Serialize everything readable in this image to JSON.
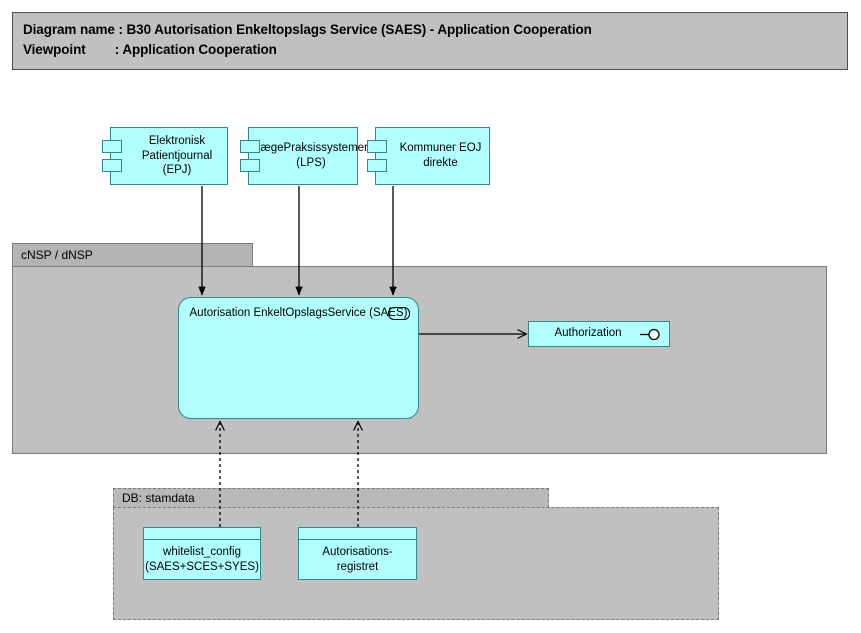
{
  "header": {
    "line1_key": "Diagram name",
    "line1_sep": ":",
    "line1_value": "B30 Autorisation Enkeltopslags Service (SAES) - Application Cooperation",
    "line1_full": "Diagram name : B30 Autorisation Enkeltopslags Service (SAES) - Application Cooperation",
    "line2_key": "Viewpoint",
    "line2_sep": ":",
    "line2_value": "Application Cooperation",
    "line2_full": "Viewpoint        : Application Cooperation"
  },
  "colors": {
    "element_fill": "#B2FFFF",
    "element_border": "#2E8B8B",
    "group_fill": "#C0C0C0",
    "group_tab_fill": "#B3B3B3",
    "group_border": "#7A7A7A",
    "header_fill": "#C0C0C0",
    "header_border": "#4D4D4D",
    "connector": "#000000",
    "canvas": "#FFFFFF"
  },
  "components": [
    {
      "id": "epj",
      "label": "Elektronisk Patientjournal (EPJ)",
      "icon": "application-component-icon"
    },
    {
      "id": "lps",
      "label": "LægePraksissystemer (LPS)",
      "icon": "application-component-icon"
    },
    {
      "id": "kommuner",
      "label": "Kommuner EOJ direkte",
      "icon": "application-component-icon"
    }
  ],
  "groups": {
    "cnsp": {
      "label": "cNSP / dNSP",
      "border_style": "solid"
    },
    "db": {
      "label": "DB: stamdata",
      "border_style": "dashed"
    }
  },
  "service": {
    "label": "Autorisation EnkeltOpslagsService (SAES)",
    "icon": "application-service-icon"
  },
  "interface": {
    "label": "Authorization",
    "icon": "application-interface-icon"
  },
  "data_objects": [
    {
      "id": "whitelist",
      "label": "whitelist_config (SAES+SCES+SYES)",
      "icon": "data-object-icon"
    },
    {
      "id": "autreg",
      "label": "Autorisations-registret",
      "icon": "data-object-icon"
    }
  ],
  "connectors": [
    {
      "from": "epj",
      "to": "saes",
      "style": "solid",
      "arrowhead": "filled-triangle"
    },
    {
      "from": "lps",
      "to": "saes",
      "style": "solid",
      "arrowhead": "filled-triangle"
    },
    {
      "from": "kommuner",
      "to": "saes",
      "style": "solid",
      "arrowhead": "filled-triangle"
    },
    {
      "from": "saes",
      "to": "authorization",
      "style": "solid",
      "arrowhead": "open"
    },
    {
      "from": "whitelist",
      "to": "saes",
      "style": "dashed",
      "arrowhead": "open"
    },
    {
      "from": "autreg",
      "to": "saes",
      "style": "dashed",
      "arrowhead": "open"
    }
  ]
}
